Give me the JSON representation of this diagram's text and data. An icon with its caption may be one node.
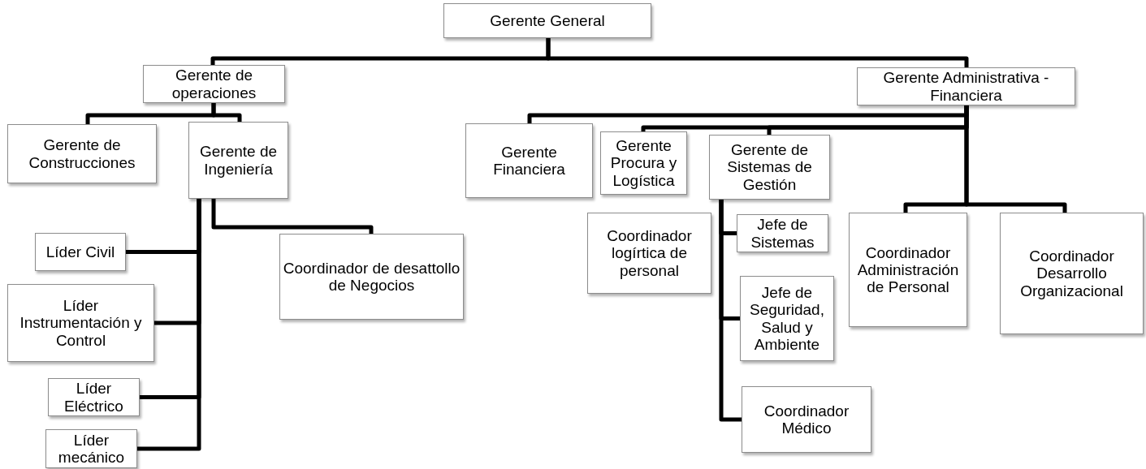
{
  "diagram": {
    "nodes": [
      {
        "text": [
          "Gerente General"
        ]
      },
      {
        "text": [
          "Gerente de operaciones"
        ]
      },
      {
        "text": [
          "Gerente Administrativa - Financiera"
        ]
      },
      {
        "text": [
          "Gerente de Construcciones"
        ]
      },
      {
        "text": [
          "Gerente de Ingeniería"
        ]
      },
      {
        "text": [
          "Líder Civil"
        ]
      },
      {
        "text": [
          "Líder Instrumentación y Control"
        ]
      },
      {
        "text": [
          "Líder Eléctrico"
        ]
      },
      {
        "text": [
          "Líder mecánico"
        ]
      },
      {
        "text": [
          "Coordinador de desattollo de Negocios"
        ]
      },
      {
        "text": [
          "Gerente Financiera"
        ]
      },
      {
        "text": [
          "Gerente Procura y Logística"
        ]
      },
      {
        "text": [
          "Gerente de Sistemas de Gestión"
        ]
      },
      {
        "text": [
          "Coordinador logírtica de personal"
        ]
      },
      {
        "text": [
          "Jefe de Sistemas"
        ]
      },
      {
        "text": [
          "Jefe de Seguridad, Salud y Ambiente"
        ]
      },
      {
        "text": [
          "Coordinador Médico"
        ]
      },
      {
        "text": [
          "Coordinador Administración de Personal"
        ]
      },
      {
        "text": [
          "Coordinador Desarrollo Organizacional"
        ]
      }
    ],
    "edges": [
      {
        "from": 0,
        "to": 1,
        "arrow": "none"
      },
      {
        "from": 0,
        "to": 2,
        "arrow": "none"
      },
      {
        "from": 1,
        "to": 3,
        "arrow": "none"
      },
      {
        "from": 1,
        "to": 4,
        "arrow": "none"
      },
      {
        "from": 4,
        "to": 5,
        "arrow": "none"
      },
      {
        "from": 4,
        "to": 6,
        "arrow": "none"
      },
      {
        "from": 4,
        "to": 7,
        "arrow": "none"
      },
      {
        "from": 4,
        "to": 8,
        "arrow": "none"
      },
      {
        "from": 4,
        "to": 9,
        "arrow": "none"
      },
      {
        "from": 2,
        "to": 10,
        "arrow": "none"
      },
      {
        "from": 2,
        "to": 11,
        "arrow": "none"
      },
      {
        "from": 2,
        "to": 12,
        "arrow": "none"
      },
      {
        "from": 2,
        "to": 17,
        "arrow": "none"
      },
      {
        "from": 2,
        "to": 18,
        "arrow": "none"
      },
      {
        "from": 12,
        "to": 14,
        "arrow": "none"
      },
      {
        "from": 12,
        "to": 15,
        "arrow": "none"
      },
      {
        "from": 12,
        "to": 16,
        "arrow": "none"
      }
    ]
  }
}
